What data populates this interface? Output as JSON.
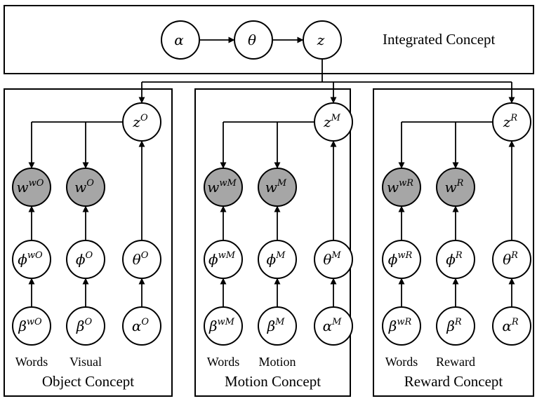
{
  "integrated": {
    "title": "Integrated Concept",
    "nodes": [
      {
        "id": "alpha",
        "base": "α",
        "sup": ""
      },
      {
        "id": "theta",
        "base": "θ",
        "sup": ""
      },
      {
        "id": "z",
        "base": "z",
        "sup": ""
      }
    ]
  },
  "modules": [
    {
      "id": "object",
      "title": "Object Concept",
      "captions": [
        "Words",
        "Visual"
      ],
      "nodes": {
        "z": {
          "base": "z",
          "sup": "O"
        },
        "w_word": {
          "base": "w",
          "sup": "wO"
        },
        "w": {
          "base": "w",
          "sup": "O"
        },
        "phi_word": {
          "base": "ϕ",
          "sup": "wO"
        },
        "phi": {
          "base": "ϕ",
          "sup": "O"
        },
        "theta": {
          "base": "θ",
          "sup": "O"
        },
        "beta_word": {
          "base": "β",
          "sup": "wO"
        },
        "beta": {
          "base": "β",
          "sup": "O"
        },
        "alpha": {
          "base": "α",
          "sup": "O"
        }
      }
    },
    {
      "id": "motion",
      "title": "Motion Concept",
      "captions": [
        "Words",
        "Motion"
      ],
      "nodes": {
        "z": {
          "base": "z",
          "sup": "M"
        },
        "w_word": {
          "base": "w",
          "sup": "wM"
        },
        "w": {
          "base": "w",
          "sup": "M"
        },
        "phi_word": {
          "base": "ϕ",
          "sup": "wM"
        },
        "phi": {
          "base": "ϕ",
          "sup": "M"
        },
        "theta": {
          "base": "θ",
          "sup": "M"
        },
        "beta_word": {
          "base": "β",
          "sup": "wM"
        },
        "beta": {
          "base": "β",
          "sup": "M"
        },
        "alpha": {
          "base": "α",
          "sup": "M"
        }
      }
    },
    {
      "id": "reward",
      "title": "Reward Concept",
      "captions": [
        "Words",
        "Reward"
      ],
      "nodes": {
        "z": {
          "base": "z",
          "sup": "R"
        },
        "w_word": {
          "base": "w",
          "sup": "wR"
        },
        "w": {
          "base": "w",
          "sup": "R"
        },
        "phi_word": {
          "base": "ϕ",
          "sup": "wR"
        },
        "phi": {
          "base": "ϕ",
          "sup": "R"
        },
        "theta": {
          "base": "θ",
          "sup": "R"
        },
        "beta_word": {
          "base": "β",
          "sup": "wR"
        },
        "beta": {
          "base": "β",
          "sup": "R"
        },
        "alpha": {
          "base": "α",
          "sup": "R"
        }
      }
    }
  ],
  "colors": {
    "observed_fill": "#a6a6a6",
    "latent_fill": "#ffffff",
    "stroke": "#000000"
  }
}
